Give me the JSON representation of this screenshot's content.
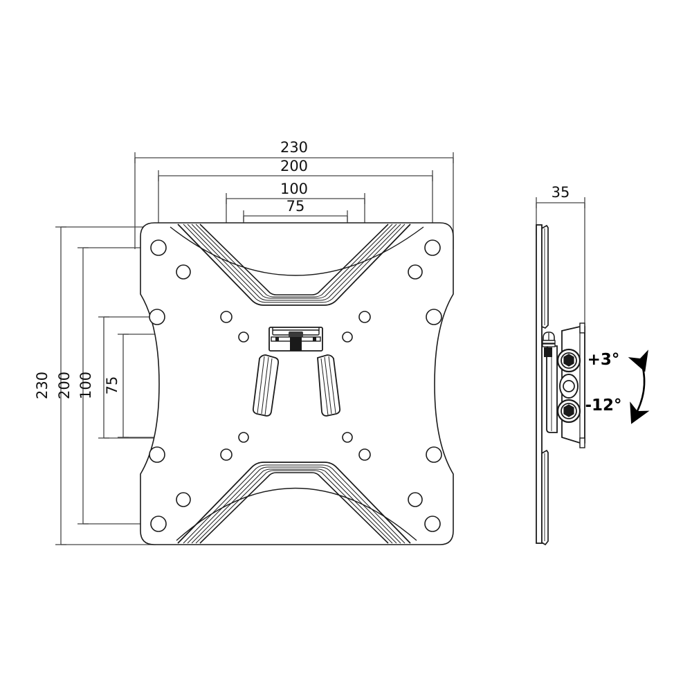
{
  "drawing": {
    "type": "technical-drawing",
    "subject": "tv-wall-mount-bracket",
    "units": "mm",
    "views": [
      {
        "name": "front-view",
        "label": ""
      },
      {
        "name": "side-view",
        "label": ""
      }
    ],
    "background_color": "#ffffff",
    "line_color": "#1a1a1a",
    "dimension_color": "#444444"
  },
  "front_view": {
    "horizontal_dimensions": [
      {
        "name": "overall-width",
        "value": "230"
      },
      {
        "name": "vesa-200-width",
        "value": "200"
      },
      {
        "name": "vesa-100-width",
        "value": "100"
      },
      {
        "name": "vesa-75-width",
        "value": "75"
      }
    ],
    "vertical_dimensions": [
      {
        "name": "overall-height",
        "value": "230"
      },
      {
        "name": "vesa-200-height",
        "value": "200"
      },
      {
        "name": "vesa-100-height",
        "value": "100"
      },
      {
        "name": "vesa-75-height",
        "value": "75"
      }
    ]
  },
  "side_view": {
    "depth_dimension": {
      "name": "overall-depth",
      "value": "35"
    },
    "tilt": {
      "up_label": "+3°",
      "down_label": "-12°"
    }
  }
}
